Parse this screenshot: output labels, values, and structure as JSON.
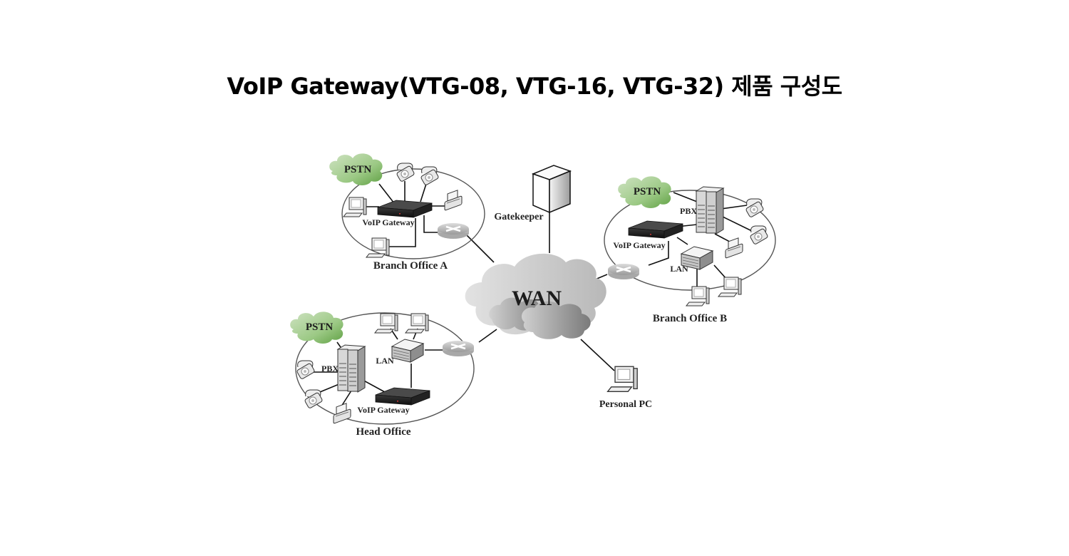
{
  "title": "VoIP Gateway(VTG-08, VTG-16, VTG-32) 제품 구성도",
  "diagram": {
    "center": {
      "label": "WAN",
      "icon": "cloud-icon"
    },
    "gatekeeper": {
      "label": "Gatekeeper",
      "icon": "server-tower-icon"
    },
    "personal_pc": {
      "label": "Personal PC",
      "icon": "computer-icon"
    },
    "sites": {
      "branch_a": {
        "label": "Branch Office A",
        "pstn": "PSTN",
        "gateway": "VoIP Gateway",
        "devices": [
          "phone",
          "phone",
          "fax",
          "computer",
          "computer",
          "router"
        ]
      },
      "branch_b": {
        "label": "Branch Office B",
        "pstn": "PSTN",
        "pbx": "PBX",
        "gateway": "VoIP Gateway",
        "lan": "LAN",
        "devices": [
          "phone",
          "phone",
          "fax",
          "computer",
          "computer",
          "switch",
          "router"
        ]
      },
      "head_office": {
        "label": "Head Office",
        "pstn": "PSTN",
        "pbx": "PBX",
        "gateway": "VoIP Gateway",
        "lan": "LAN",
        "devices": [
          "phone",
          "phone",
          "fax",
          "computer",
          "computer",
          "switch",
          "router"
        ]
      }
    }
  }
}
